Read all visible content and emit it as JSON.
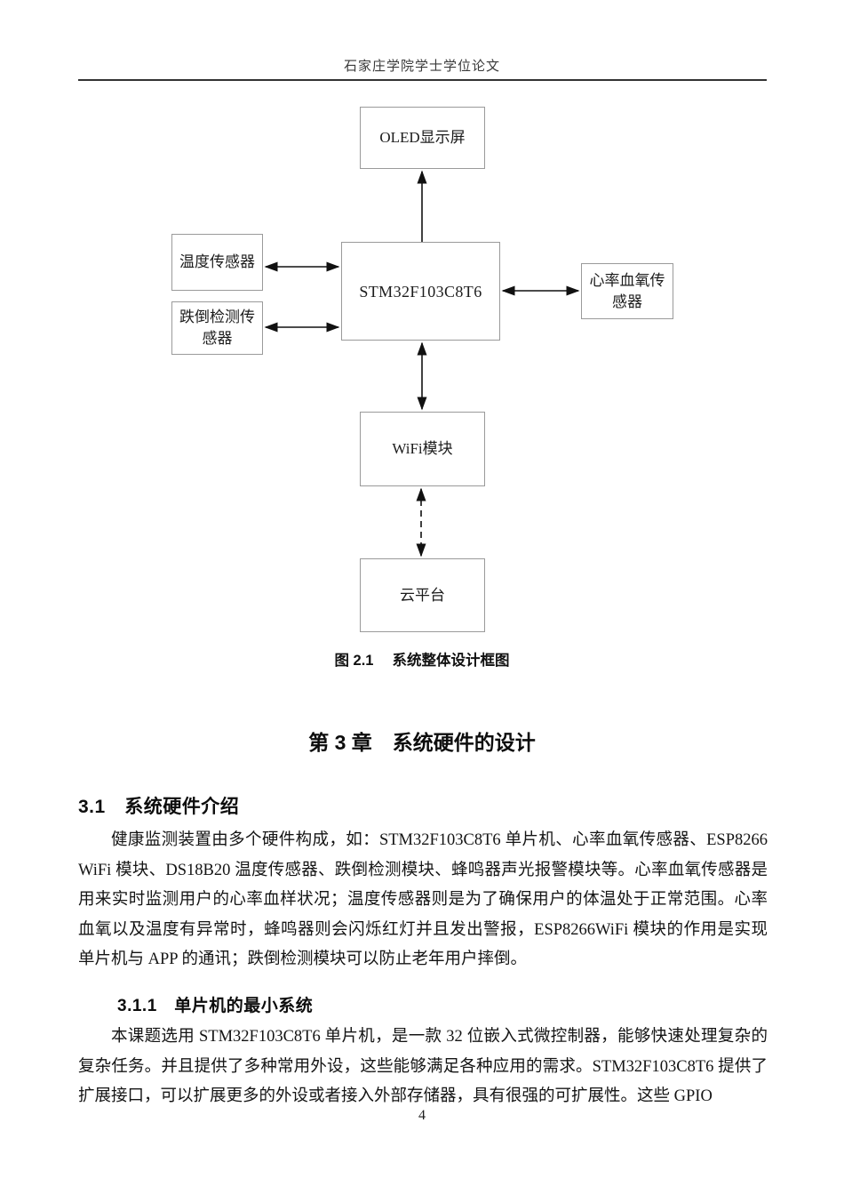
{
  "header": {
    "title": "石家庄学院学士学位论文"
  },
  "diagram": {
    "boxes": {
      "oled": "OLED显示屏",
      "temperature": "温度传感器",
      "fall": "跌倒检测传感器",
      "mcu": "STM32F103C8T6",
      "heart_oxygen": "心率血氧传感器",
      "wifi": "WiFi模块",
      "cloud": "云平台"
    },
    "caption": "图 2.1　 系统整体设计框图",
    "arrow_color": "#111111",
    "box_border_color": "#9a9a9a"
  },
  "content": {
    "chapter_title": "第 3 章　系统硬件的设计",
    "section_title": "3.1　系统硬件介绍",
    "paragraph_1": "健康监测装置由多个硬件构成，如：STM32F103C8T6 单片机、心率血氧传感器、ESP8266 WiFi 模块、DS18B20 温度传感器、跌倒检测模块、蜂鸣器声光报警模块等。心率血氧传感器是用来实时监测用户的心率血样状况；温度传感器则是为了确保用户的体温处于正常范围。心率血氧以及温度有异常时，蜂鸣器则会闪烁红灯并且发出警报，ESP8266WiFi 模块的作用是实现单片机与 APP 的通讯；跌倒检测模块可以防止老年用户摔倒。",
    "subsection_title": "3.1.1　单片机的最小系统",
    "paragraph_2": "本课题选用 STM32F103C8T6 单片机，是一款 32 位嵌入式微控制器，能够快速处理复杂的复杂任务。并且提供了多种常用外设，这些能够满足各种应用的需求。STM32F103C8T6 提供了扩展接口，可以扩展更多的外设或者接入外部存储器，具有很强的可扩展性。这些 GPIO"
  },
  "footer": {
    "page_number": "4"
  }
}
